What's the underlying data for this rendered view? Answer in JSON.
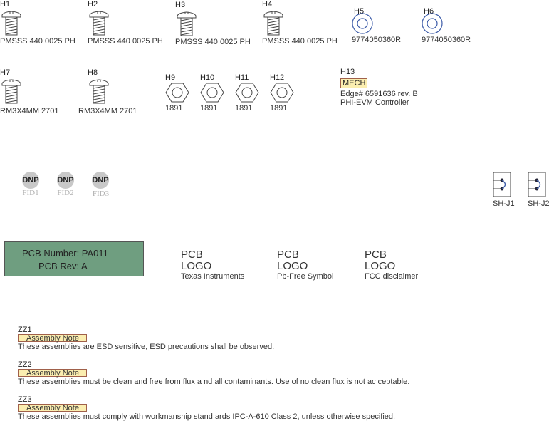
{
  "screws": [
    {
      "ref": "H1",
      "part": "PMSSS 440 0025 PH"
    },
    {
      "ref": "H2",
      "part": "PMSSS 440 0025 PH"
    },
    {
      "ref": "H3",
      "part": "PMSSS 440 0025 PH"
    },
    {
      "ref": "H4",
      "part": "PMSSS 440 0025 PH"
    },
    {
      "ref": "H7",
      "part": "RM3X4MM 2701"
    },
    {
      "ref": "H8",
      "part": "RM3X4MM 2701"
    }
  ],
  "standoffs": [
    {
      "ref": "H5",
      "part": "9774050360R"
    },
    {
      "ref": "H6",
      "part": "9774050360R"
    }
  ],
  "nuts": [
    {
      "ref": "H9",
      "part": "1891"
    },
    {
      "ref": "H10",
      "part": "1891"
    },
    {
      "ref": "H11",
      "part": "1891"
    },
    {
      "ref": "H12",
      "part": "1891"
    }
  ],
  "mech": {
    "ref": "H13",
    "tag": "MECH",
    "line1": "Edge# 6591636 rev. B",
    "line2": "PHI-EVM Controller"
  },
  "fiducials": [
    {
      "badge": "DNP",
      "ref": "FID1"
    },
    {
      "badge": "DNP",
      "ref": "FID2"
    },
    {
      "badge": "DNP",
      "ref": "FID3"
    }
  ],
  "shunts": [
    {
      "ref": "SH-J1"
    },
    {
      "ref": "SH-J2"
    }
  ],
  "pcb_info": {
    "number": "PCB Number: PA011",
    "rev": "PCB Rev: A",
    "fill_color": "#6f9e80"
  },
  "logos": [
    {
      "line1": "PCB",
      "line2": "LOGO",
      "label": "Texas Instruments"
    },
    {
      "line1": "PCB",
      "line2": "LOGO",
      "label": "Pb-Free Symbol"
    },
    {
      "line1": "PCB",
      "line2": "LOGO",
      "label": "FCC disclaimer"
    }
  ],
  "notes": [
    {
      "ref": "ZZ1",
      "tag": "Assembly Note",
      "text": "These assemblies are ESD sensitive, ESD precautions  shall be observed."
    },
    {
      "ref": "ZZ2",
      "tag": "Assembly Note",
      "text": "These assemblies must be clean and free from flux a nd all contaminants. Use of no clean flux is not ac ceptable."
    },
    {
      "ref": "ZZ3",
      "tag": "Assembly Note",
      "text": "These assemblies must comply with workmanship stand ards IPC-A-610 Class 2, unless otherwise specified."
    }
  ],
  "colors": {
    "standoff_ring": "#3a5aa8",
    "shunt_jumper": "#3a5aa8",
    "tag_fill": "#fbeeb0",
    "tag_border": "#a0604a"
  }
}
